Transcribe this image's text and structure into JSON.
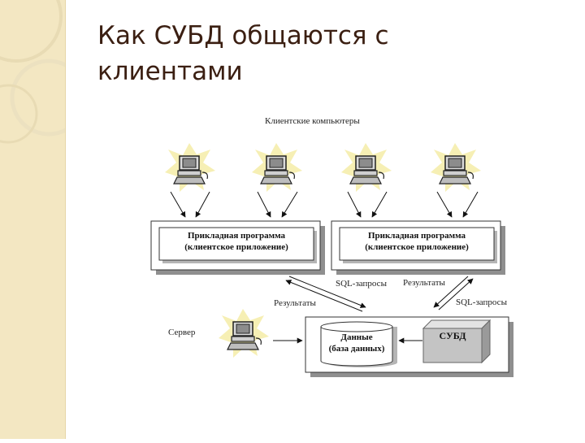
{
  "slide": {
    "title": "Как СУБД общаются с клиентами"
  },
  "diagram": {
    "client_computers_label": "Клиентские компьютеры",
    "app_boxes": [
      {
        "line1": "Прикладная программа",
        "line2": "(клиентское приложение)"
      },
      {
        "line1": "Прикладная программа",
        "line2": "(клиентское приложение)"
      }
    ],
    "server_label": "Сервер",
    "data_box": {
      "line1": "Данные",
      "line2": "(база данных)"
    },
    "dbms_label": "СУБД",
    "arrow_labels": {
      "sql_queries_left": "SQL-запросы",
      "results_left": "Результаты",
      "results_right": "Результаты",
      "sql_queries_right": "SQL-запросы"
    }
  },
  "colors": {
    "sidebar": "#f3e7c2",
    "title": "#3b1f12",
    "burst": "#f6efb4",
    "dbms_box": "#bdbdbd"
  }
}
